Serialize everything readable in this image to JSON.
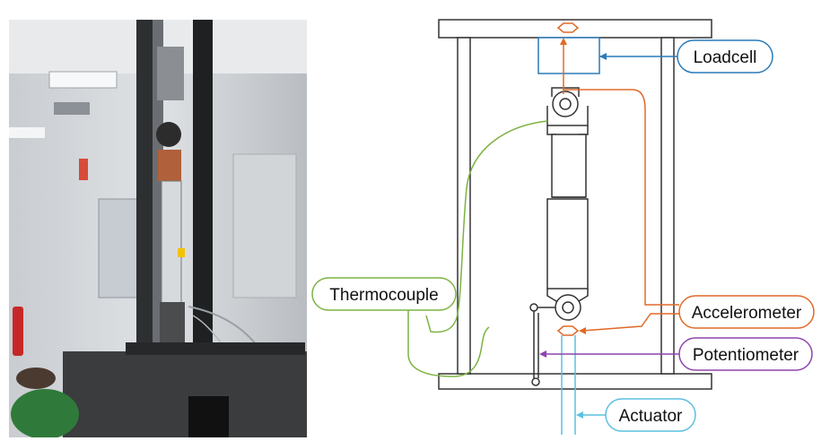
{
  "diagram": {
    "labels": {
      "loadcell": "Loadcell",
      "thermocouple": "Thermocouple",
      "accelerometer": "Accelerometer",
      "potentiometer": "Potentiometer",
      "actuator": "Actuator"
    },
    "colors": {
      "loadcell": "#2a7ab8",
      "thermocouple": "#7cb342",
      "accelerometer": "#e06a28",
      "potentiometer": "#8e44ad",
      "actuator": "#5bc0e0",
      "frame": "#333333"
    }
  }
}
